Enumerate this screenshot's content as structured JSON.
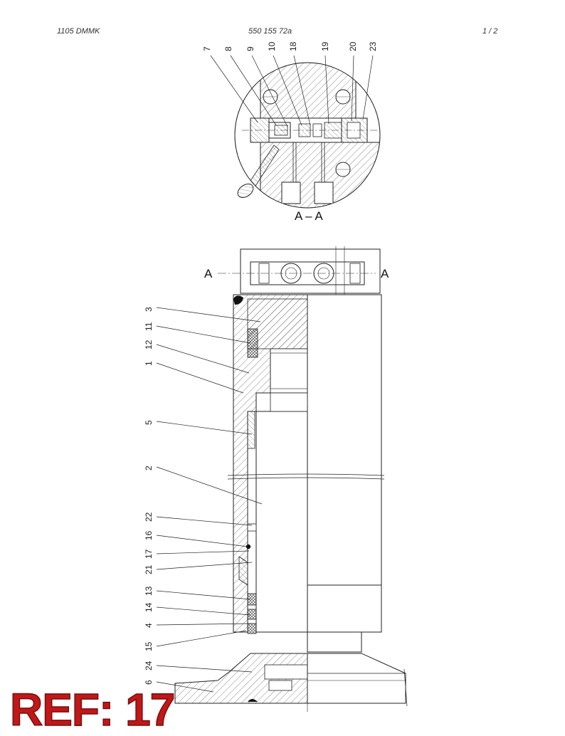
{
  "header": {
    "left": "1105 DMMK",
    "center": "550 155 72a",
    "right": "1 /  2"
  },
  "section": {
    "title": "A – A",
    "marker_left": "A",
    "marker_right": "A"
  },
  "callouts_top": [
    "7",
    "8",
    "9",
    "10",
    "18",
    "19",
    "20",
    "23"
  ],
  "callouts_side": [
    "3",
    "11",
    "12",
    "1",
    "5",
    "2",
    "22",
    "16",
    "17",
    "21",
    "13",
    "14",
    "4",
    "15",
    "24",
    "6"
  ],
  "ref_label": "REF: 17",
  "colors": {
    "line": "#222222",
    "ref_red": "#c01818"
  }
}
